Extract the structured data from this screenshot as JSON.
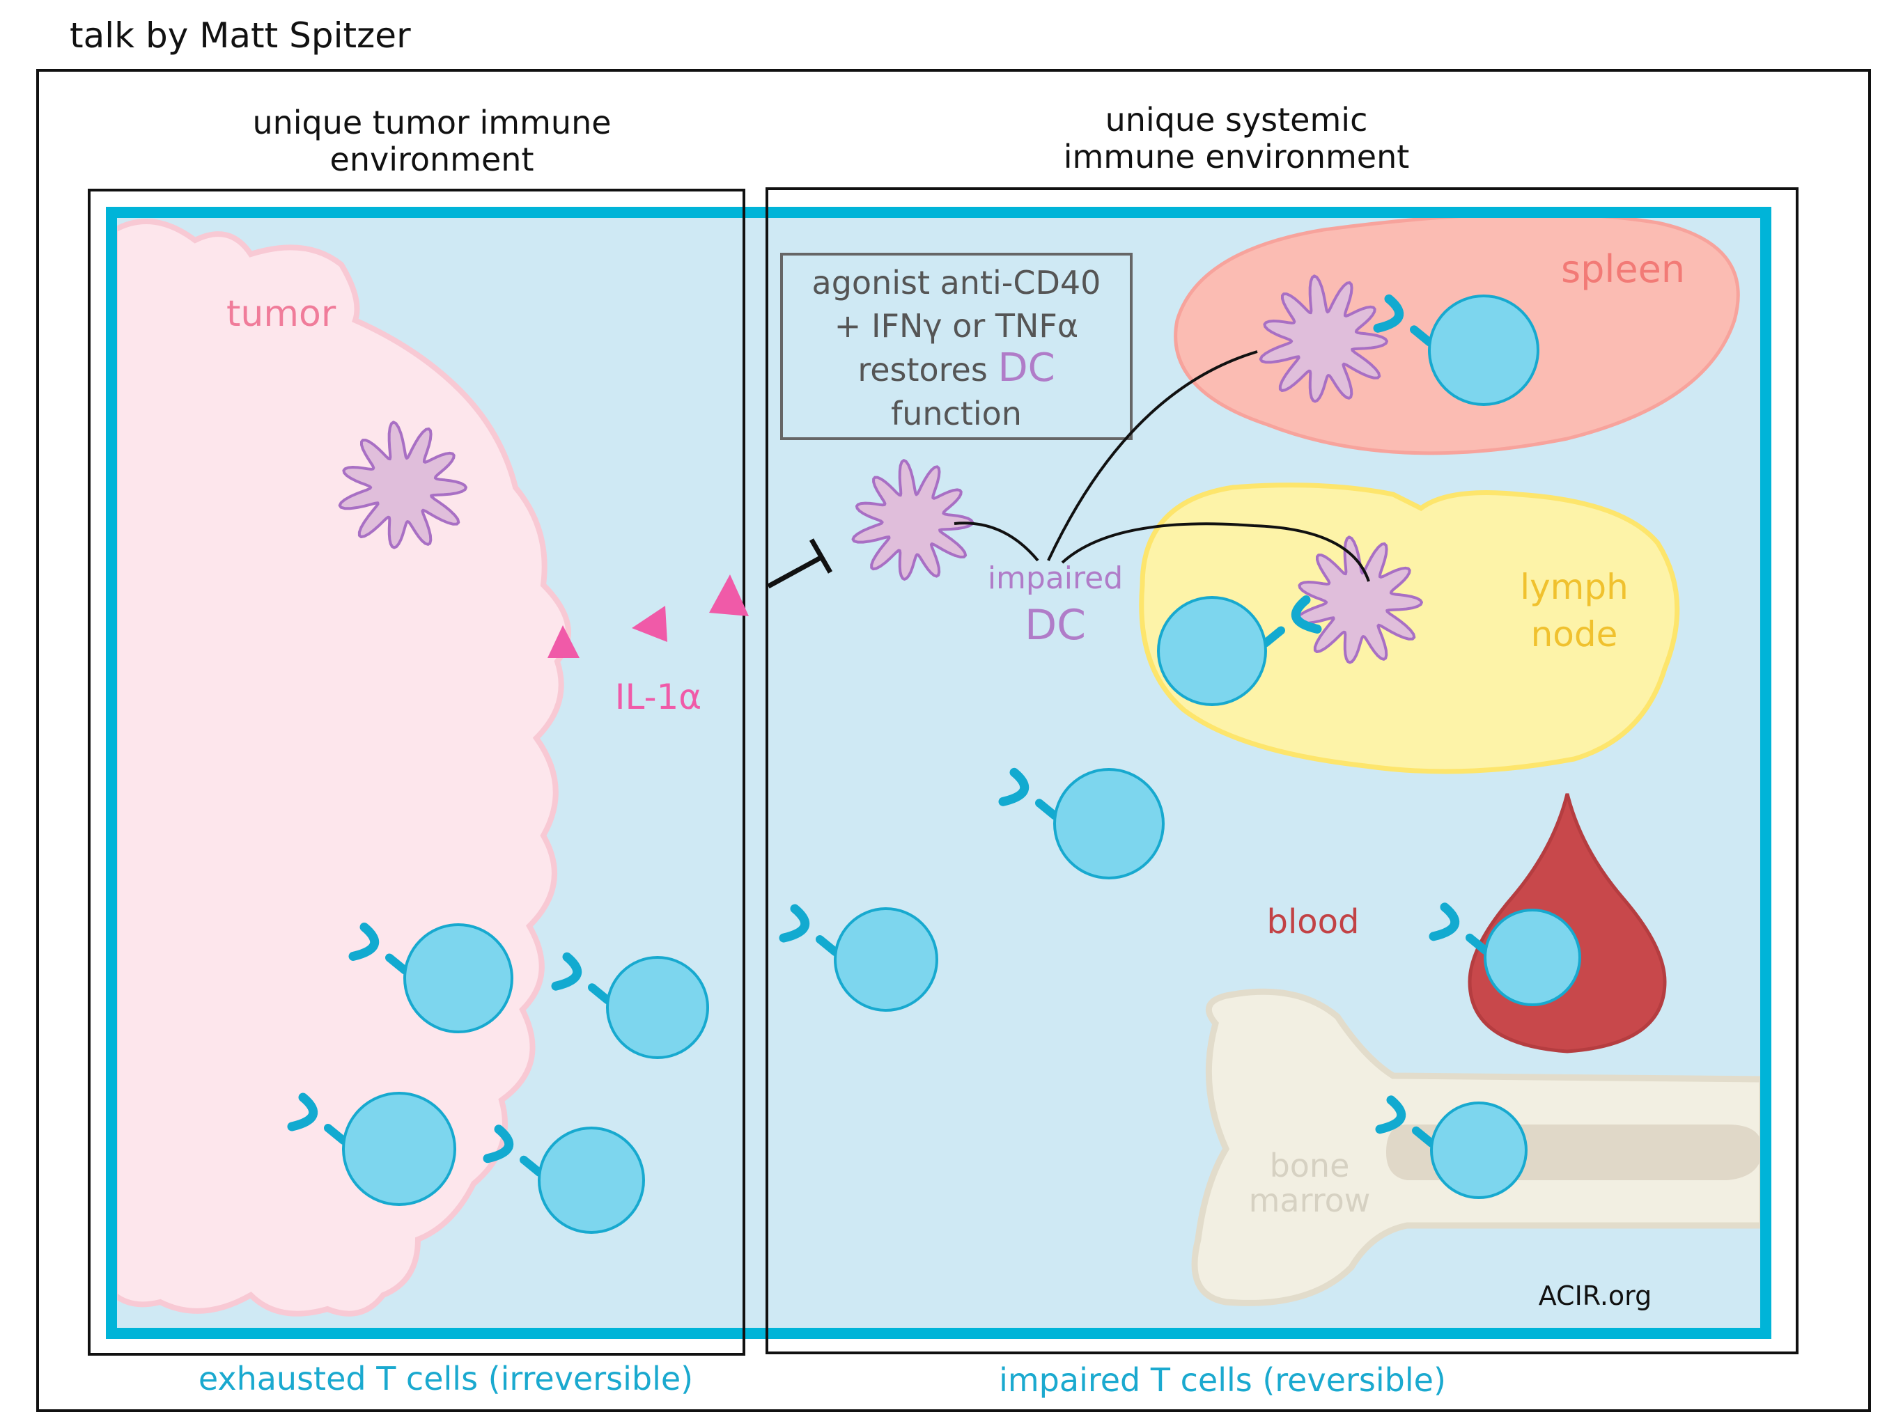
{
  "credit": "talk by Matt Spitzer",
  "headers": {
    "left_line1": "unique tumor immune",
    "left_line2": "environment",
    "right_line1": "unique systemic",
    "right_line2": "immune environment"
  },
  "footers": {
    "left": "exhausted T cells (irreversible)",
    "right": "impaired T cells (reversible)"
  },
  "labels": {
    "tumor": "tumor",
    "cytokine": "IL-1α",
    "impaired_dc_line1": "impaired",
    "impaired_dc_line2": "DC",
    "spleen": "spleen",
    "lymph_line1": "lymph",
    "lymph_line2": "node",
    "blood": "blood",
    "bone_line1": "bone",
    "bone_line2": "marrow",
    "watermark": "ACIR.org"
  },
  "callout": {
    "line1": "agonist anti-CD40",
    "line2": "+ IFNγ or TNFα",
    "line3_prefix": "restores ",
    "line3_highlight": "DC",
    "line4": "function"
  },
  "colors": {
    "frame_blue": "#00b4d8",
    "background_blue": "#cfe9f4",
    "tumor_pink": "#fde6ec",
    "tumor_edge": "#f8c9d4",
    "tumor_text": "#f07c9a",
    "dc_fill": "#e0bedb",
    "dc_stroke": "#a86fc4",
    "dc_text": "#b07cc8",
    "tcell_fill": "#7dd6ee",
    "tcell_stroke": "#17a9cf",
    "receptor": "#12aad0",
    "cytokine_pink": "#f05aa8",
    "spleen_fill": "#fbbcb3",
    "spleen_text": "#f27a76",
    "lymph_fill": "#fdf3a8",
    "lymph_edge": "#fde56c",
    "lymph_text": "#f0c12e",
    "blood_fill": "#c8484b",
    "blood_text": "#c24245",
    "bone_fill": "#f2efe2",
    "bone_edge": "#e2dccb",
    "bone_text": "#d6d1c2",
    "marrow": "#e0d8c8",
    "callout_text": "#555555",
    "footer_text": "#1aa9cf"
  }
}
